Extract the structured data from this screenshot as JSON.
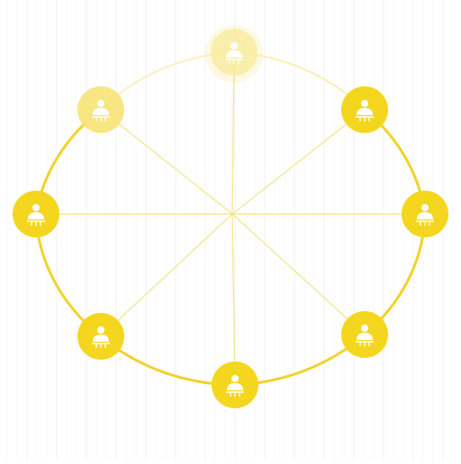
{
  "colors": {
    "background": "#ffffff",
    "stripe": "#e9e9e9",
    "ring": "#f3d22a",
    "spoke": "#f5e58a",
    "node_primary": "#f5d61e",
    "node_faded": "#f8e57c",
    "node_top": "#f9ec9e",
    "icon": "#ffffff"
  },
  "diagram": {
    "layout": "radial",
    "node_count": 8,
    "nodes": [
      {
        "id": "top",
        "icon": "person-icon",
        "style": "faded-strong"
      },
      {
        "id": "top-right",
        "icon": "person-icon",
        "style": "primary"
      },
      {
        "id": "right",
        "icon": "person-icon",
        "style": "primary"
      },
      {
        "id": "bottom-right",
        "icon": "person-icon",
        "style": "primary"
      },
      {
        "id": "bottom",
        "icon": "person-icon",
        "style": "primary"
      },
      {
        "id": "bottom-left",
        "icon": "person-icon",
        "style": "primary"
      },
      {
        "id": "left",
        "icon": "person-icon",
        "style": "primary"
      },
      {
        "id": "top-left",
        "icon": "person-icon",
        "style": "faded"
      }
    ]
  }
}
